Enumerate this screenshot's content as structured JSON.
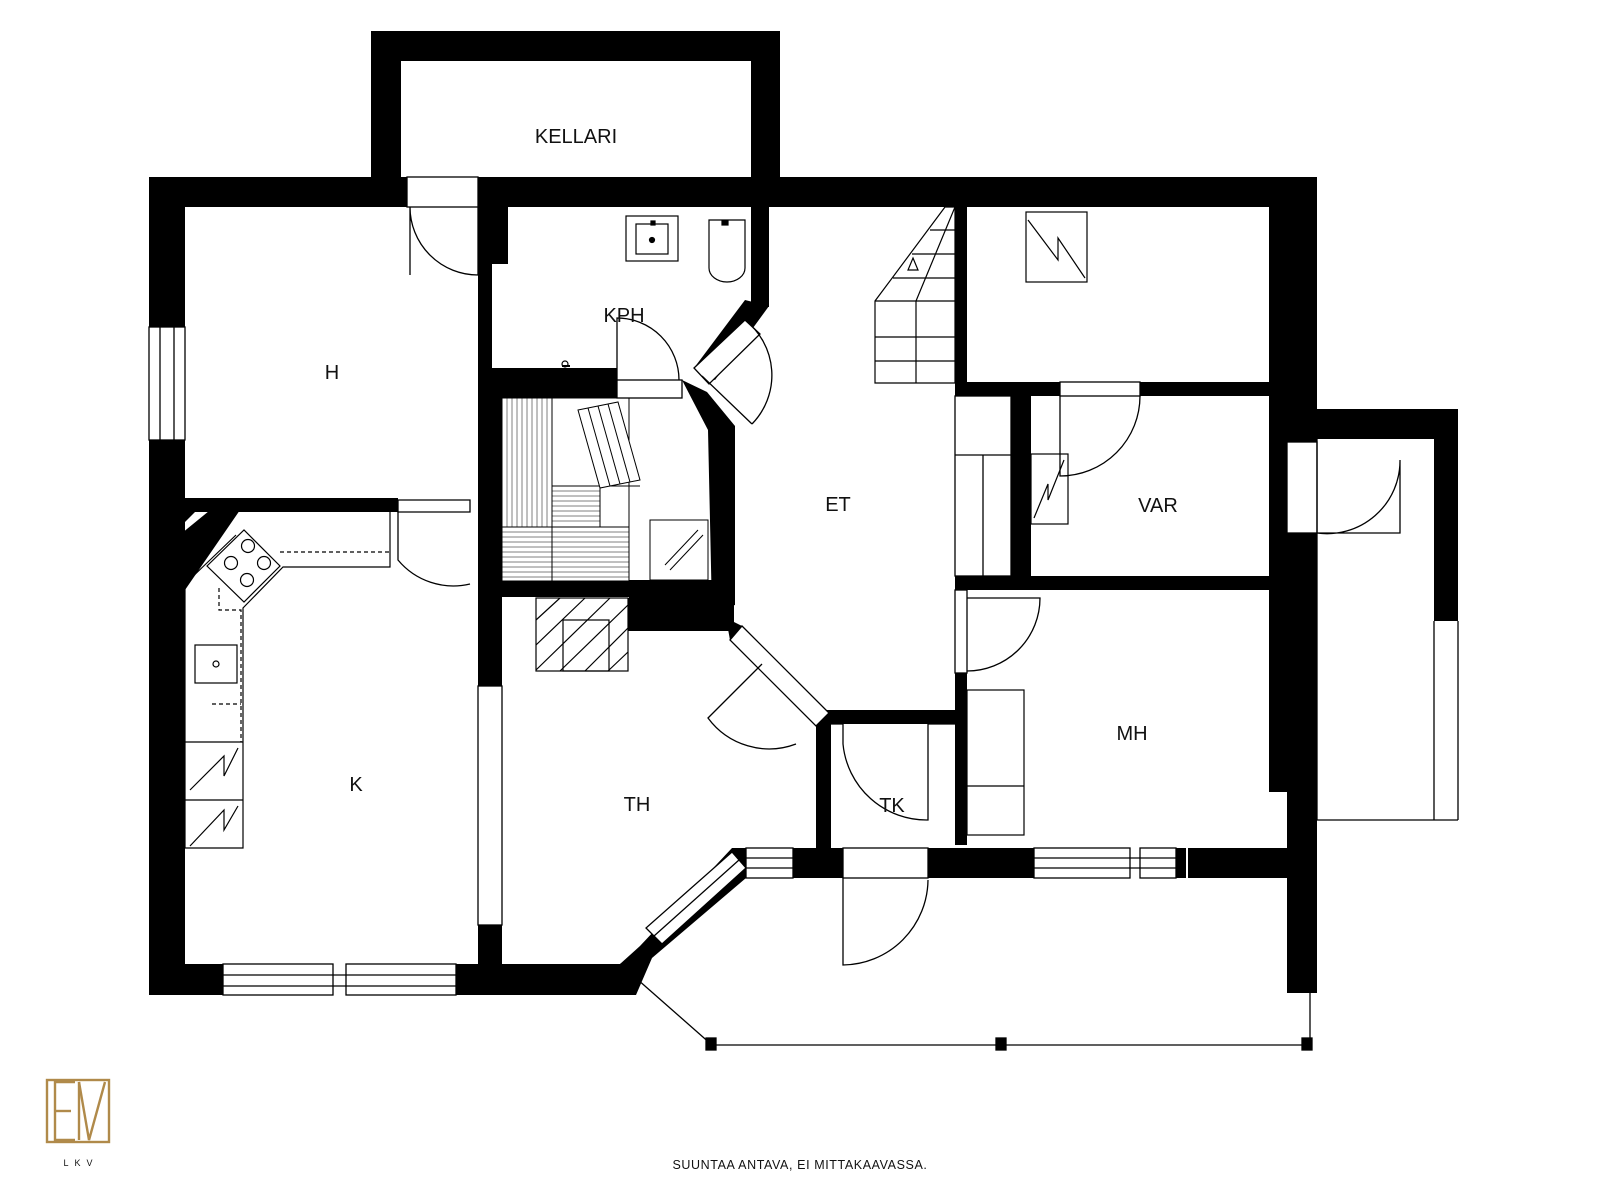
{
  "rooms": {
    "kellari": "KELLARI",
    "h": "H",
    "kph": "KPH",
    "et": "ET",
    "var": "VAR",
    "k": "K",
    "th": "TH",
    "tk": "TK",
    "mh": "MH"
  },
  "footer": {
    "note": "SUUNTAA ANTAVA, EI MITTAKAAVASSA.",
    "brand_sub": "LKV",
    "logo_letters": "EV"
  },
  "colors": {
    "wall": "#000000",
    "line": "#000000",
    "background": "#ffffff",
    "logo_gold": "#b08a4a"
  },
  "icons": [
    "door-swing-icon",
    "window-icon",
    "stairs-icon",
    "electric-panel-icon",
    "sauna-bench-icon",
    "stove-icon",
    "sink-icon",
    "toilet-icon",
    "fireplace-icon"
  ]
}
